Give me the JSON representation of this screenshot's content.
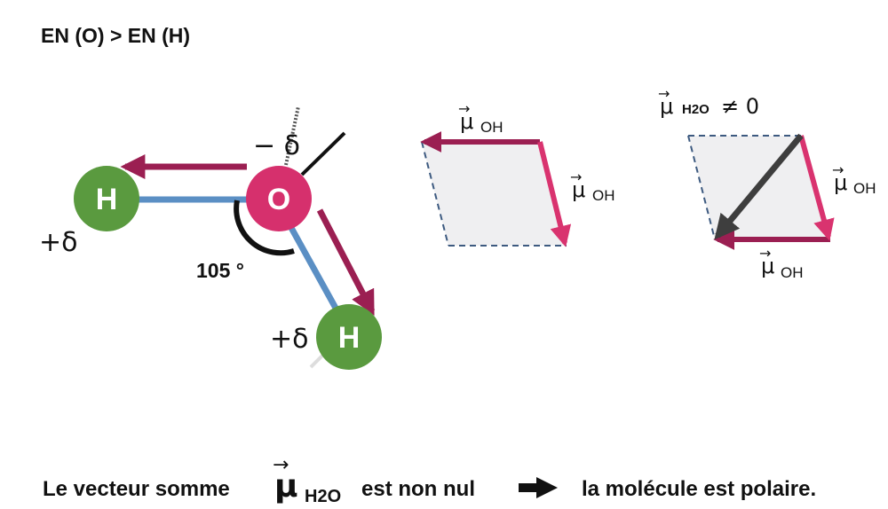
{
  "header": {
    "text": "EN (O) > EN (H)"
  },
  "molecule": {
    "oxygen_label": "O",
    "hydrogen_label": "H",
    "oxygen_charge": "− δ",
    "hydrogen_charge": "+δ",
    "angle_label": "105 °",
    "bond_angle_deg": 105
  },
  "vectors": {
    "mu": "μ",
    "arrow_glyph": "→",
    "oh_sub": "OH",
    "h2o_sub": "H2O",
    "neq_zero": "≠ 0"
  },
  "conclusion": {
    "part1": "Le vecteur somme",
    "mu": "μ",
    "sub": "H2O",
    "part2": "est non nul",
    "part3": "la molécule est polaire."
  },
  "colors": {
    "oxygen": "#d6306d",
    "hydrogen": "#5a9a3f",
    "bond": "#5b8fc4",
    "dipole_arrow": "#9b1f52",
    "dipole_arrow_pink": "#d9336f",
    "resultant_arrow": "#3e3e3e",
    "parallelogram_fill": "#efeff1",
    "parallelogram_edge": "#3d5a80"
  }
}
